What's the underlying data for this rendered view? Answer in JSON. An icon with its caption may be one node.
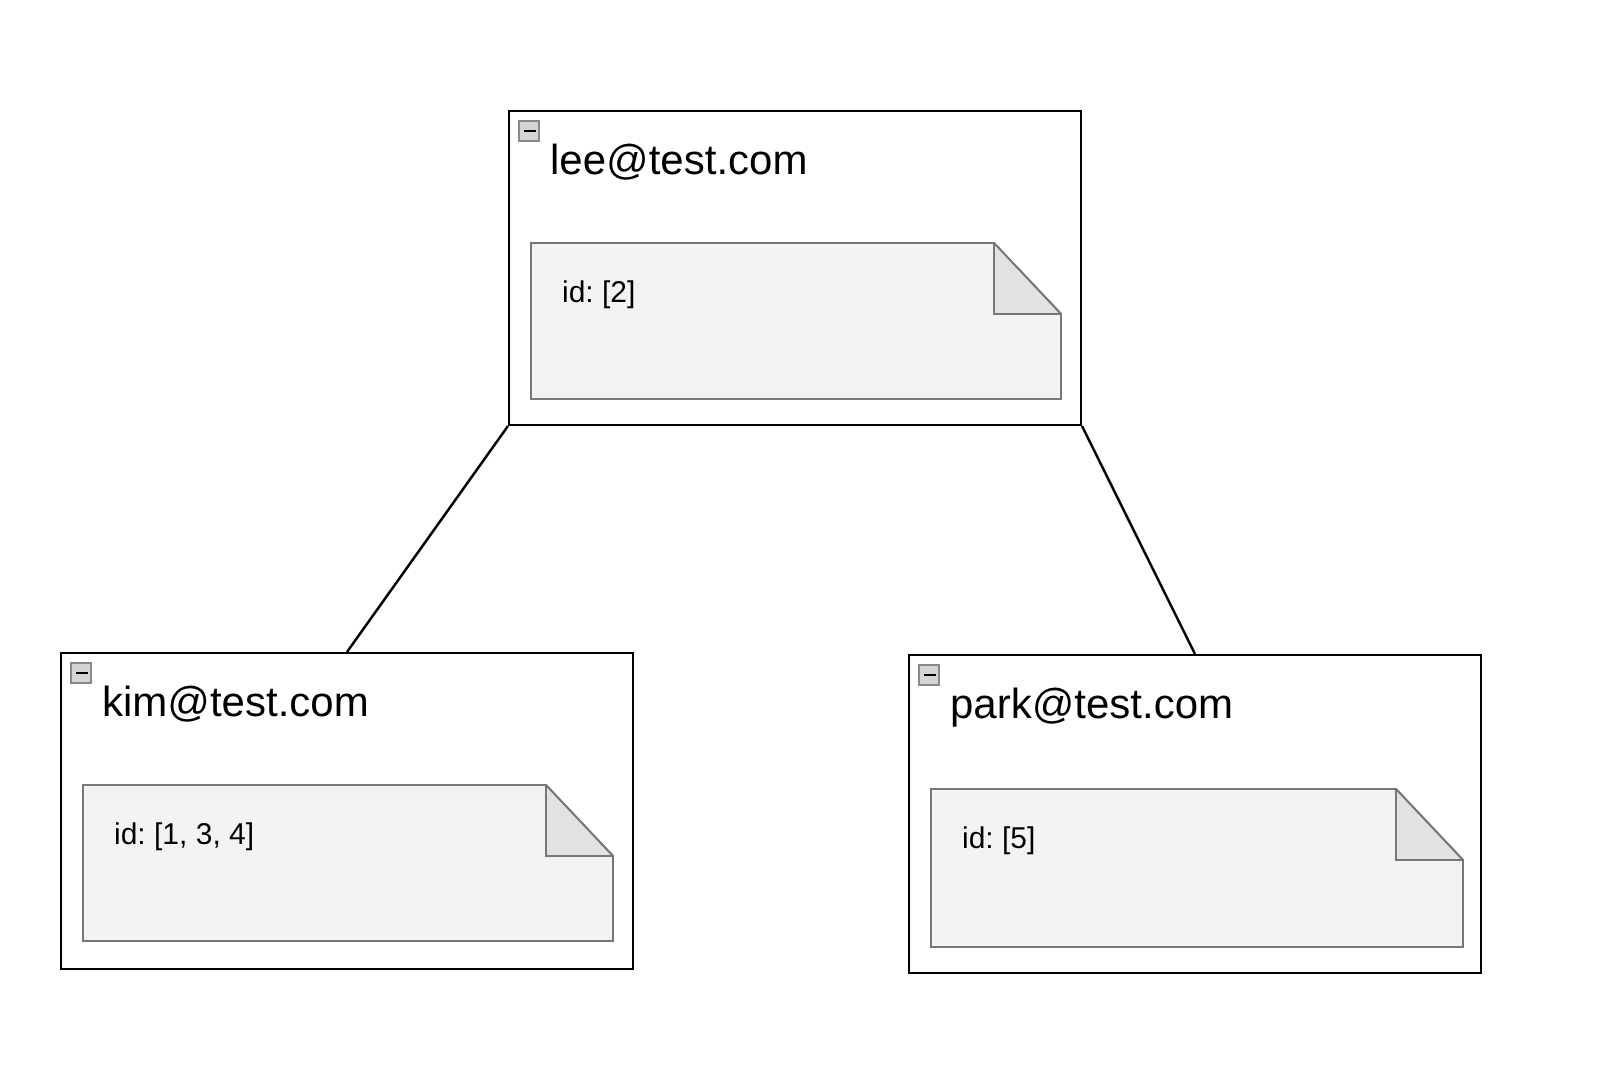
{
  "diagram": {
    "nodes": [
      {
        "text": [
          "lee@test.com"
        ]
      },
      {
        "text": [
          "id: [2]"
        ],
        "in": 0
      },
      {
        "text": [
          "kim@test.com"
        ]
      },
      {
        "text": [
          "id: [1, 3, 4]"
        ],
        "in": 2
      },
      {
        "text": [
          "park@test.com"
        ]
      },
      {
        "text": [
          "id: [5]"
        ],
        "in": 4
      }
    ],
    "edges": [
      {
        "from": 0,
        "to": 2,
        "arrow": "none"
      },
      {
        "from": 0,
        "to": 4,
        "arrow": "none"
      }
    ]
  }
}
